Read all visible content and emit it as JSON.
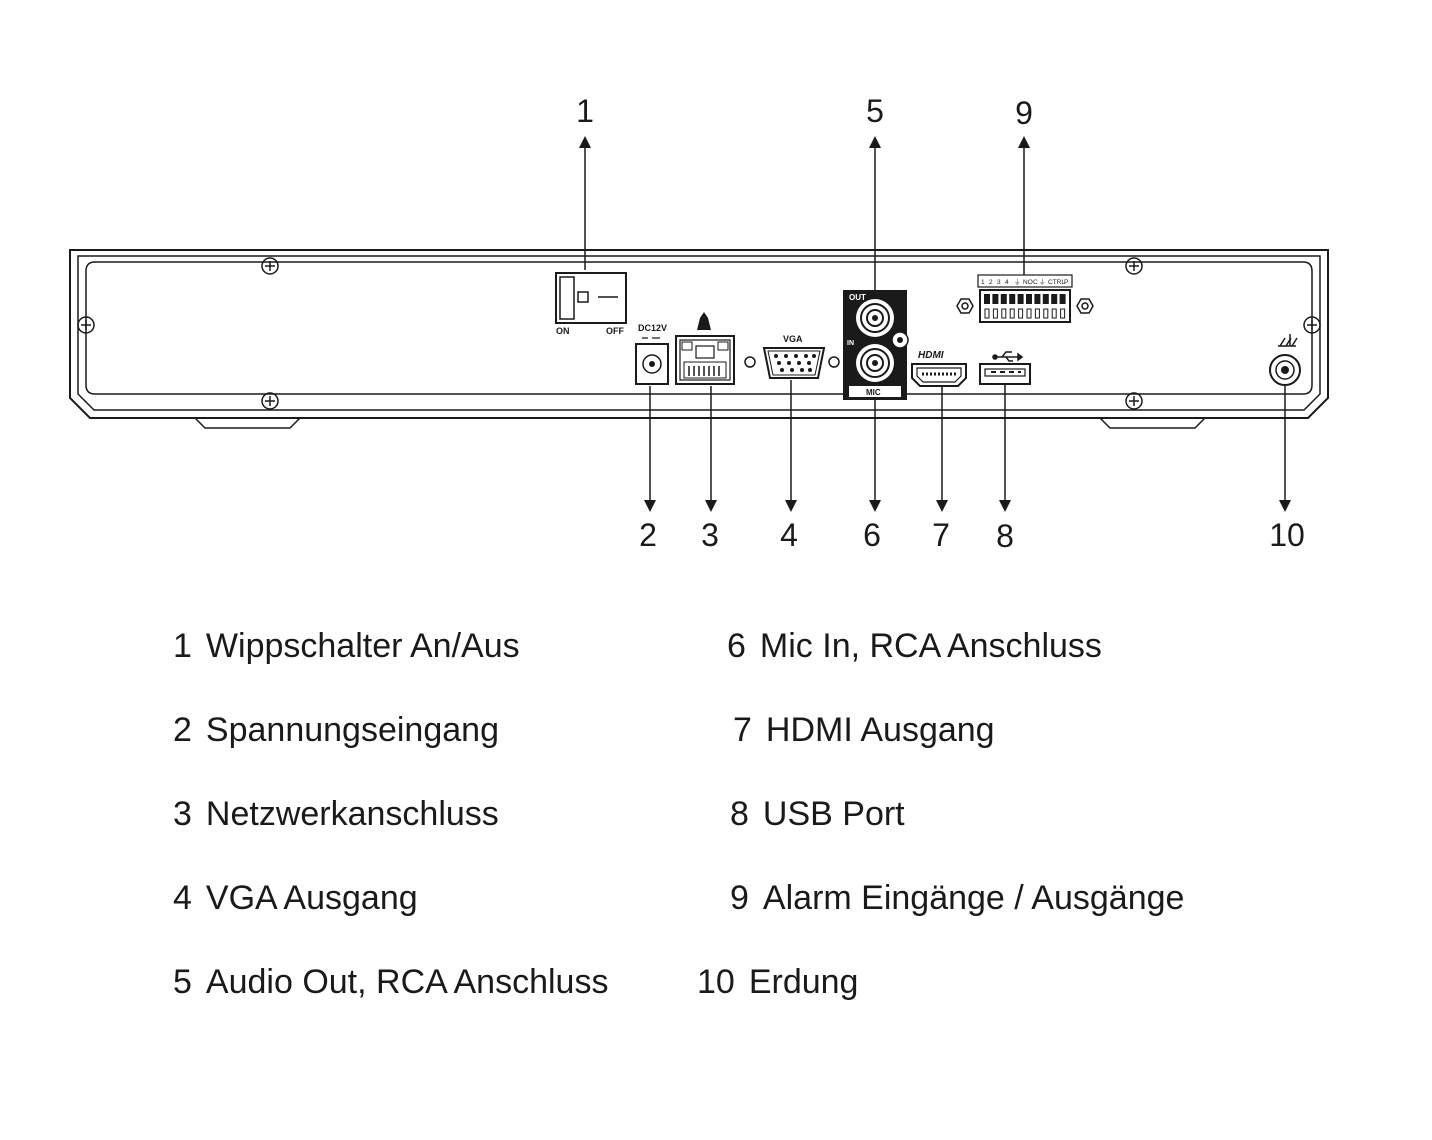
{
  "panel_labels": {
    "on": "ON",
    "off": "OFF",
    "dc": "DC12V",
    "vga": "VGA",
    "out": "OUT",
    "in": "IN",
    "mic": "MIC",
    "hdmi": "HDMI",
    "alarm_terminals": [
      "1",
      "2",
      "3",
      "4",
      "⏚",
      "NO",
      "C",
      "⏚",
      "CTRL",
      "P"
    ]
  },
  "callouts": [
    "1",
    "2",
    "3",
    "4",
    "5",
    "6",
    "7",
    "8",
    "9",
    "10"
  ],
  "legend": [
    {
      "num": "1",
      "text": "Wippschalter An/Aus"
    },
    {
      "num": "2",
      "text": "Spannungseingang"
    },
    {
      "num": "3",
      "text": "Netzwerkanschluss"
    },
    {
      "num": "4",
      "text": "VGA Ausgang"
    },
    {
      "num": "5",
      "text": "Audio Out, RCA Anschluss"
    },
    {
      "num": "6",
      "text": "Mic In, RCA Anschluss"
    },
    {
      "num": "7",
      "text": "HDMI Ausgang"
    },
    {
      "num": "8",
      "text": "USB Port"
    },
    {
      "num": "9",
      "text": "Alarm Eingänge / Ausgänge"
    },
    {
      "num": "10",
      "text": "Erdung"
    }
  ]
}
